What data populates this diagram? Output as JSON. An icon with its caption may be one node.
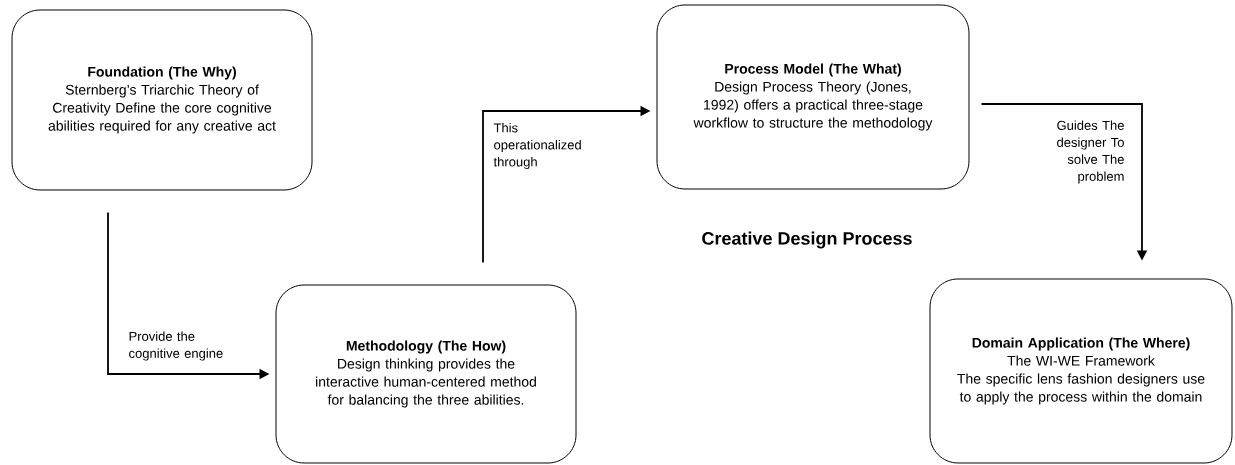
{
  "diagram": {
    "title": "Creative Design Process",
    "nodes": [
      {
        "text": [
          "Foundation (The Why)",
          "Sternberg’s Triarchic Theory of Creativity Define the core cognitive abilities required for any creative act"
        ]
      },
      {
        "text": [
          "Methodology (The How)",
          "Design thinking provides the interactive human-centered method for balancing the three abilities."
        ]
      },
      {
        "text": [
          "Process Model (The What)",
          "Design Process Theory (Jones, 1992) offers a practical three-stage workflow to structure the methodology"
        ]
      },
      {
        "text": [
          "Domain Application (The Where)",
          "The WI-WE Framework",
          "The specific lens fashion designers use to apply the process within the domain"
        ]
      }
    ],
    "edges": [
      {
        "from": 0,
        "to": 1,
        "arrow": "to",
        "label": "Provide the cognitive engine"
      },
      {
        "from": 1,
        "to": 2,
        "arrow": "to",
        "label": "This operationalized through"
      },
      {
        "from": 2,
        "to": 3,
        "arrow": "to",
        "label": "Guides The designer To solve The problem"
      }
    ]
  }
}
